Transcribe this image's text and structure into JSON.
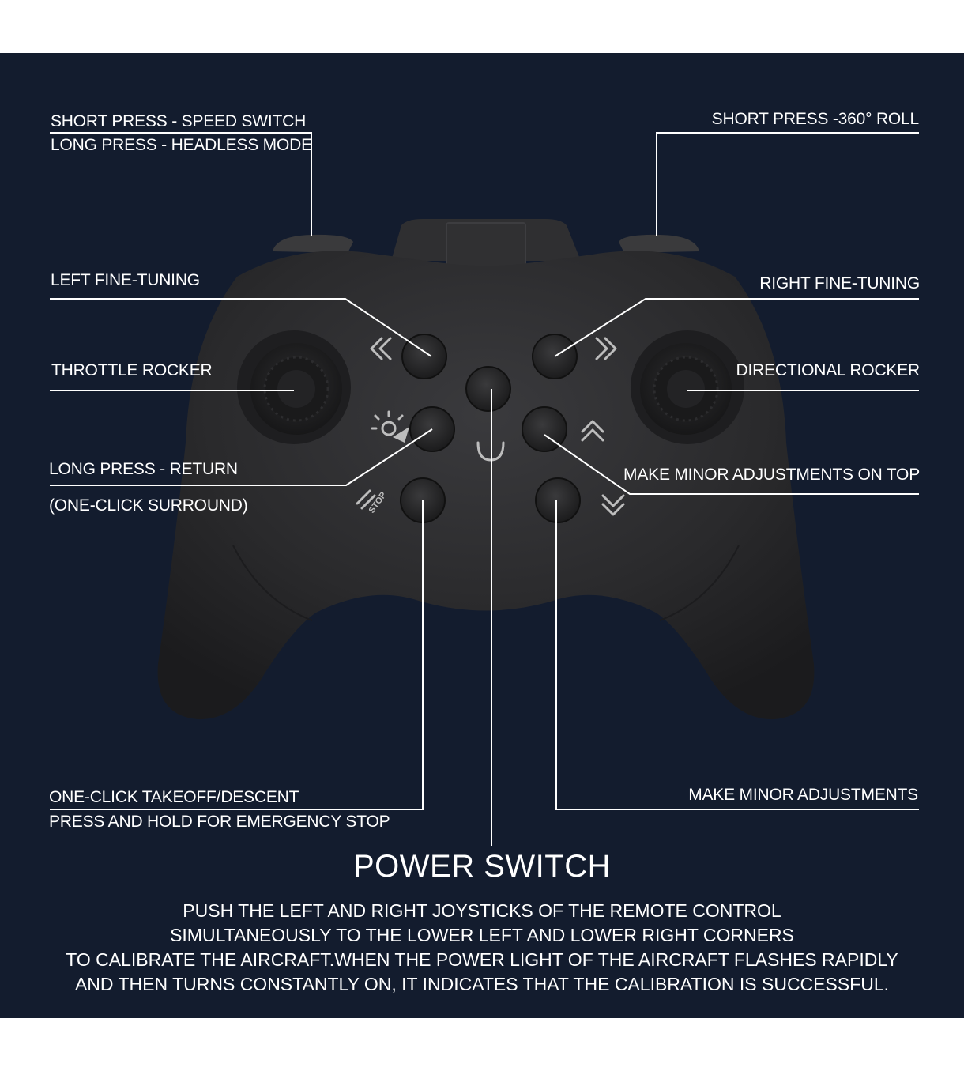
{
  "labels": {
    "speed_switch": "SHORT PRESS - SPEED SWITCH",
    "headless_mode": "LONG PRESS - HEADLESS MODE",
    "roll": "SHORT PRESS -360° ROLL",
    "left_fine_tuning": "LEFT FINE-TUNING",
    "right_fine_tuning": "RIGHT FINE-TUNING",
    "throttle_rocker": "THROTTLE ROCKER",
    "directional_rocker": "DIRECTIONAL ROCKER",
    "return": "LONG PRESS - RETURN",
    "surround": "(ONE-CLICK SURROUND)",
    "adjust_top": "MAKE MINOR ADJUSTMENTS ON TOP",
    "takeoff": "ONE-CLICK TAKEOFF/DESCENT",
    "emergency": "PRESS AND HOLD FOR EMERGENCY STOP",
    "adjust": "MAKE MINOR ADJUSTMENTS"
  },
  "title": "POWER SWITCH",
  "note": [
    "PUSH THE LEFT AND RIGHT JOYSTICKS OF THE REMOTE CONTROL",
    "SIMULTANEOUSLY TO THE LOWER LEFT AND LOWER RIGHT CORNERS",
    "TO CALIBRATE THE AIRCRAFT.WHEN THE POWER LIGHT OF THE AIRCRAFT FLASHES RAPIDLY",
    "AND THEN TURNS CONSTANTLY ON, IT INDICATES THAT THE CALIBRATION IS SUCCESSFUL."
  ],
  "button_icons": {
    "stop_icon_text": "STOP"
  },
  "colors": {
    "background": "#131c2e",
    "controller": "#2a2a2c",
    "lines": "#ffffff"
  }
}
